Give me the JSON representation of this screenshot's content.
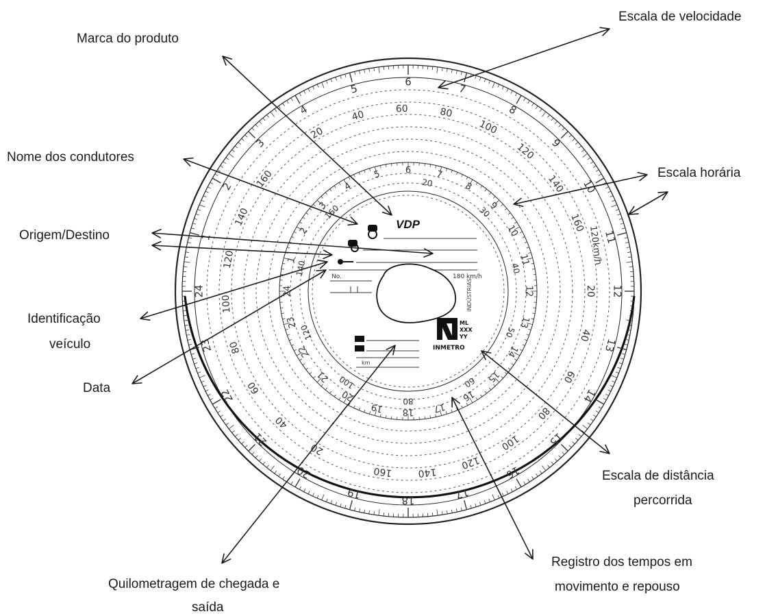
{
  "callouts": {
    "marca": "Marca do produto",
    "velocidade": "Escala de velocidade",
    "condutores": "Nome dos condutores",
    "horaria": "Escala horária",
    "origem": "Origem/Destino",
    "identificacao_1": "Identificação",
    "identificacao_2": "veículo",
    "data": "Data",
    "distancia_1": "Escala de distância",
    "distancia_2": "percorrida",
    "quilometragem_1": "Quilometragem de chegada e",
    "quilometragem_2": "saída",
    "registro_1": "Registro dos tempos em",
    "registro_2": "movimento e repouso"
  },
  "disc": {
    "brand": "VDP",
    "max_speed_label": "180 km/h",
    "number_label": "No.",
    "km_label": "km",
    "inmetro_label": "INMETRO",
    "cert_lines": [
      "ML",
      "XXX",
      "YY"
    ],
    "side_label": "INDÚSTRIAS",
    "speed_marker": "120km/h",
    "hours_outer": [
      "1",
      "2",
      "3",
      "4",
      "5",
      "6",
      "7",
      "8",
      "9",
      "10",
      "11",
      "12",
      "13",
      "14",
      "15",
      "16",
      "17",
      "18",
      "19",
      "20",
      "21",
      "22",
      "23",
      "24"
    ],
    "hours_inner": [
      "1",
      "2",
      "3",
      "4",
      "5",
      "6",
      "7",
      "8",
      "9",
      "10",
      "11",
      "12",
      "13",
      "14",
      "15",
      "16",
      "17",
      "18",
      "19",
      "20",
      "21",
      "22",
      "23",
      "24"
    ],
    "speed_values": [
      "20",
      "40",
      "60",
      "80",
      "100",
      "120",
      "140",
      "160"
    ],
    "distance_values": [
      "20",
      "30",
      "40",
      "50",
      "60",
      "80",
      "100",
      "120",
      "140",
      "160"
    ]
  }
}
